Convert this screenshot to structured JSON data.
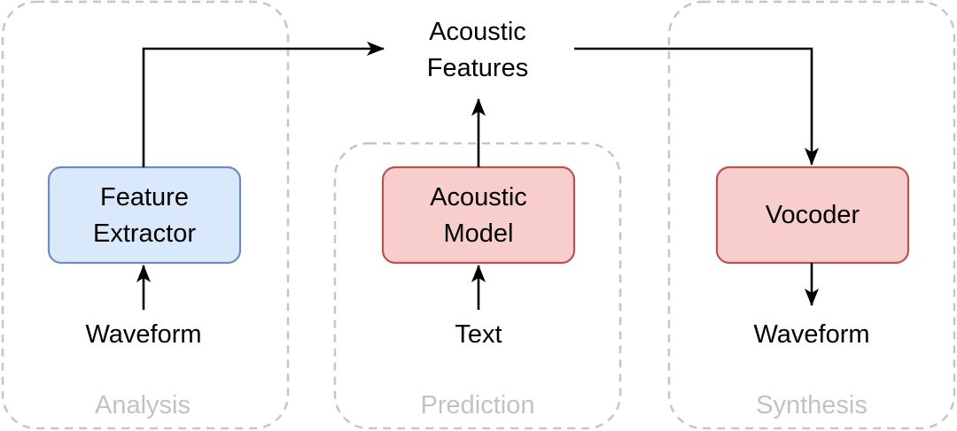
{
  "groups": {
    "analysis": "Analysis",
    "prediction": "Prediction",
    "synthesis": "Synthesis"
  },
  "nodes": {
    "acoustic_features": [
      "Acoustic",
      "Features"
    ],
    "feature_extractor": [
      "Feature",
      "Extractor"
    ],
    "acoustic_model": [
      "Acoustic",
      "Model"
    ],
    "vocoder": "Vocoder",
    "waveform_input": "Waveform",
    "text_input": "Text",
    "waveform_output": "Waveform"
  },
  "colors": {
    "blue_fill": "#dae8fc",
    "blue_stroke": "#6c8ebf",
    "red_fill": "#f8cecc",
    "red_stroke": "#b85450",
    "group_border": "#c6c6c6",
    "group_text": "#c2c2c2"
  }
}
